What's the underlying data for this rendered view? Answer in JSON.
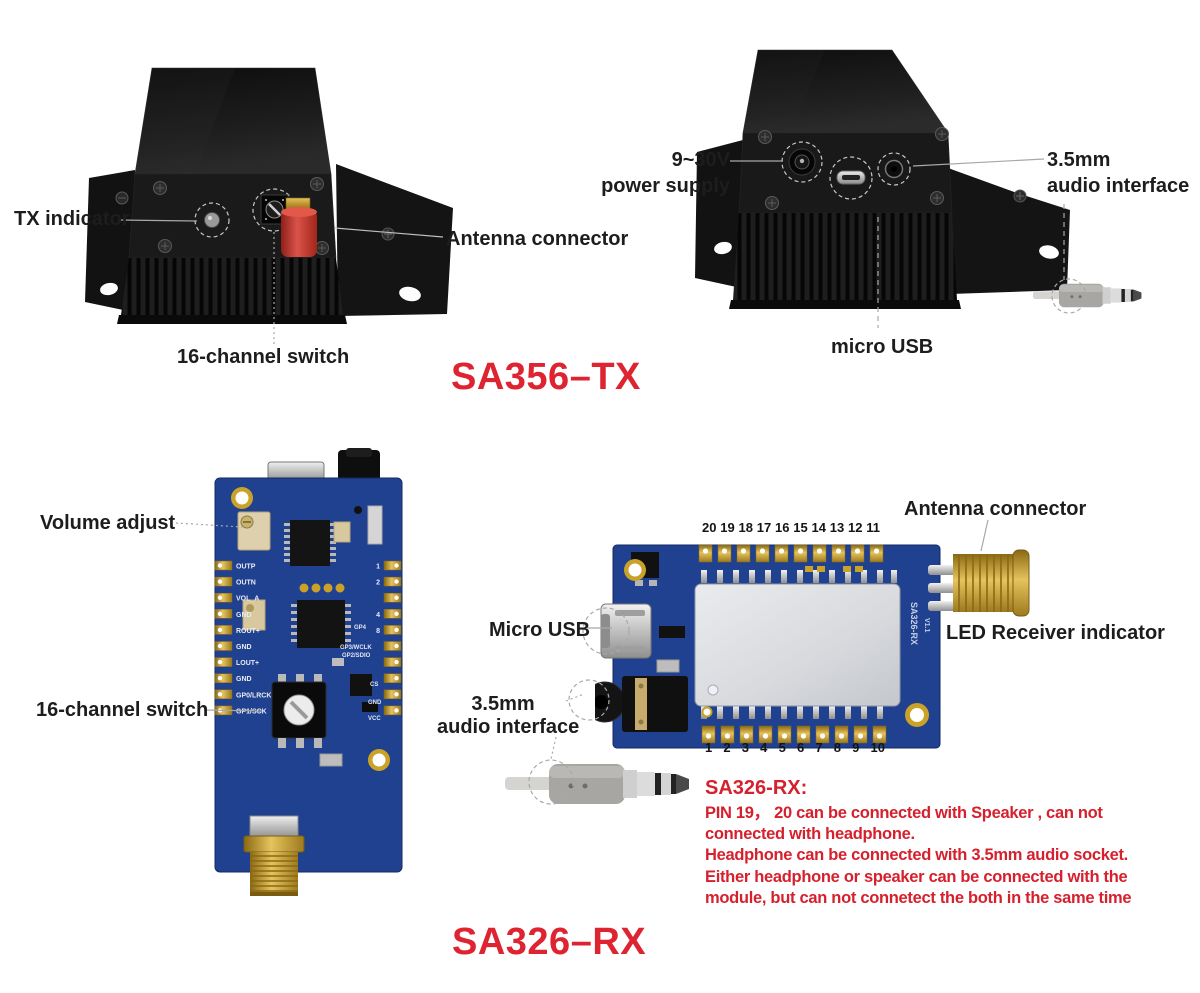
{
  "colors": {
    "accent_red": "#dd2430",
    "notes_red": "#d6202d",
    "pcb_blue": "#20418f",
    "gold": "#c9a227",
    "label_black": "#1d1d1d",
    "leader_gray": "#a8a8a8"
  },
  "tx": {
    "title": "SA356–TX",
    "front_view": {
      "indicator_label": "TX indicator",
      "switch_label": "16-channel switch",
      "antenna_label": "Antenna connector"
    },
    "rear_view": {
      "power_label_line1": "9~30V",
      "power_label_line2": "power supply",
      "audio_label_line1": "3.5mm",
      "audio_label_line2": "audio interface",
      "usb_label": "micro USB"
    }
  },
  "rx": {
    "title": "SA326–RX",
    "left_board": {
      "volume_label": "Volume adjust",
      "switch_label": "16-channel switch",
      "left_pins": [
        "OUTP",
        "OUTN",
        "VOL_A",
        "GND",
        "ROUT+",
        "GND",
        "LOUT+",
        "GND",
        "GP0/LRCK",
        "GP1/SCK"
      ],
      "right_pin_numbers": [
        "1",
        "2",
        "4",
        "8"
      ],
      "right_labels": [
        "GP4",
        "GP3/WCLK",
        "GP2/SDIO",
        "CS",
        "GND",
        "VCC"
      ]
    },
    "right_board": {
      "antenna_label": "Antenna connector",
      "usb_label": "Micro USB",
      "led_label": "LED Receiver indicator",
      "audio_label_line1": "3.5mm",
      "audio_label_line2": "audio interface",
      "pins_top": [
        "20",
        "19",
        "18",
        "17",
        "16",
        "15",
        "14",
        "13",
        "12",
        "11"
      ],
      "pins_bottom": [
        "1",
        "2",
        "3",
        "4",
        "5",
        "6",
        "7",
        "8",
        "9",
        "10"
      ],
      "module_marking": "SA326-RX",
      "module_version": "V1.1"
    },
    "notes": {
      "heading": "SA326-RX:",
      "lines": [
        "PIN 19， 20 can be connected with Speaker , can not",
        "connected with headphone.",
        "Headphone can be connected with 3.5mm audio socket.",
        "Either headphone or speaker can be connected with the",
        "module, but can not connetect the both in the same time"
      ]
    }
  }
}
